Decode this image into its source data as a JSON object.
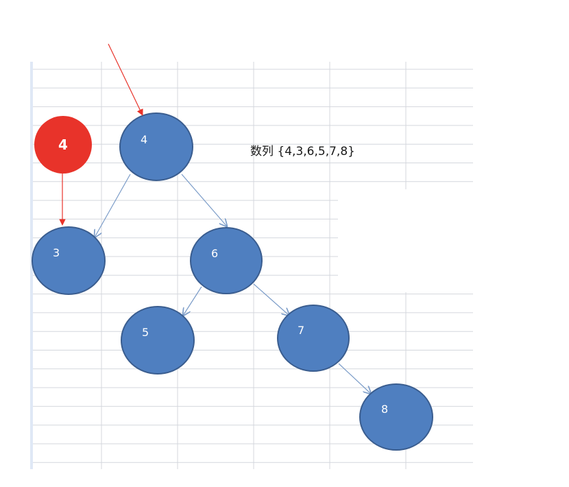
{
  "sequence_text": "数列 {4,3,6,5,7,8}",
  "step_badge": "4",
  "tree": {
    "nodes": [
      {
        "id": "n4",
        "label": "4"
      },
      {
        "id": "n3",
        "label": "3"
      },
      {
        "id": "n6",
        "label": "6"
      },
      {
        "id": "n5",
        "label": "5"
      },
      {
        "id": "n7",
        "label": "7"
      },
      {
        "id": "n8",
        "label": "8"
      }
    ],
    "edges": [
      {
        "from": "n4",
        "to": "n3"
      },
      {
        "from": "n4",
        "to": "n6"
      },
      {
        "from": "n6",
        "to": "n5"
      },
      {
        "from": "n6",
        "to": "n7"
      },
      {
        "from": "n7",
        "to": "n8"
      }
    ]
  },
  "colors": {
    "node_fill": "#4f7fc0",
    "node_stroke": "#3a5d8f",
    "edge": "#7b9cc8",
    "highlight": "#e8332a",
    "grid": "#d4d7dd"
  }
}
